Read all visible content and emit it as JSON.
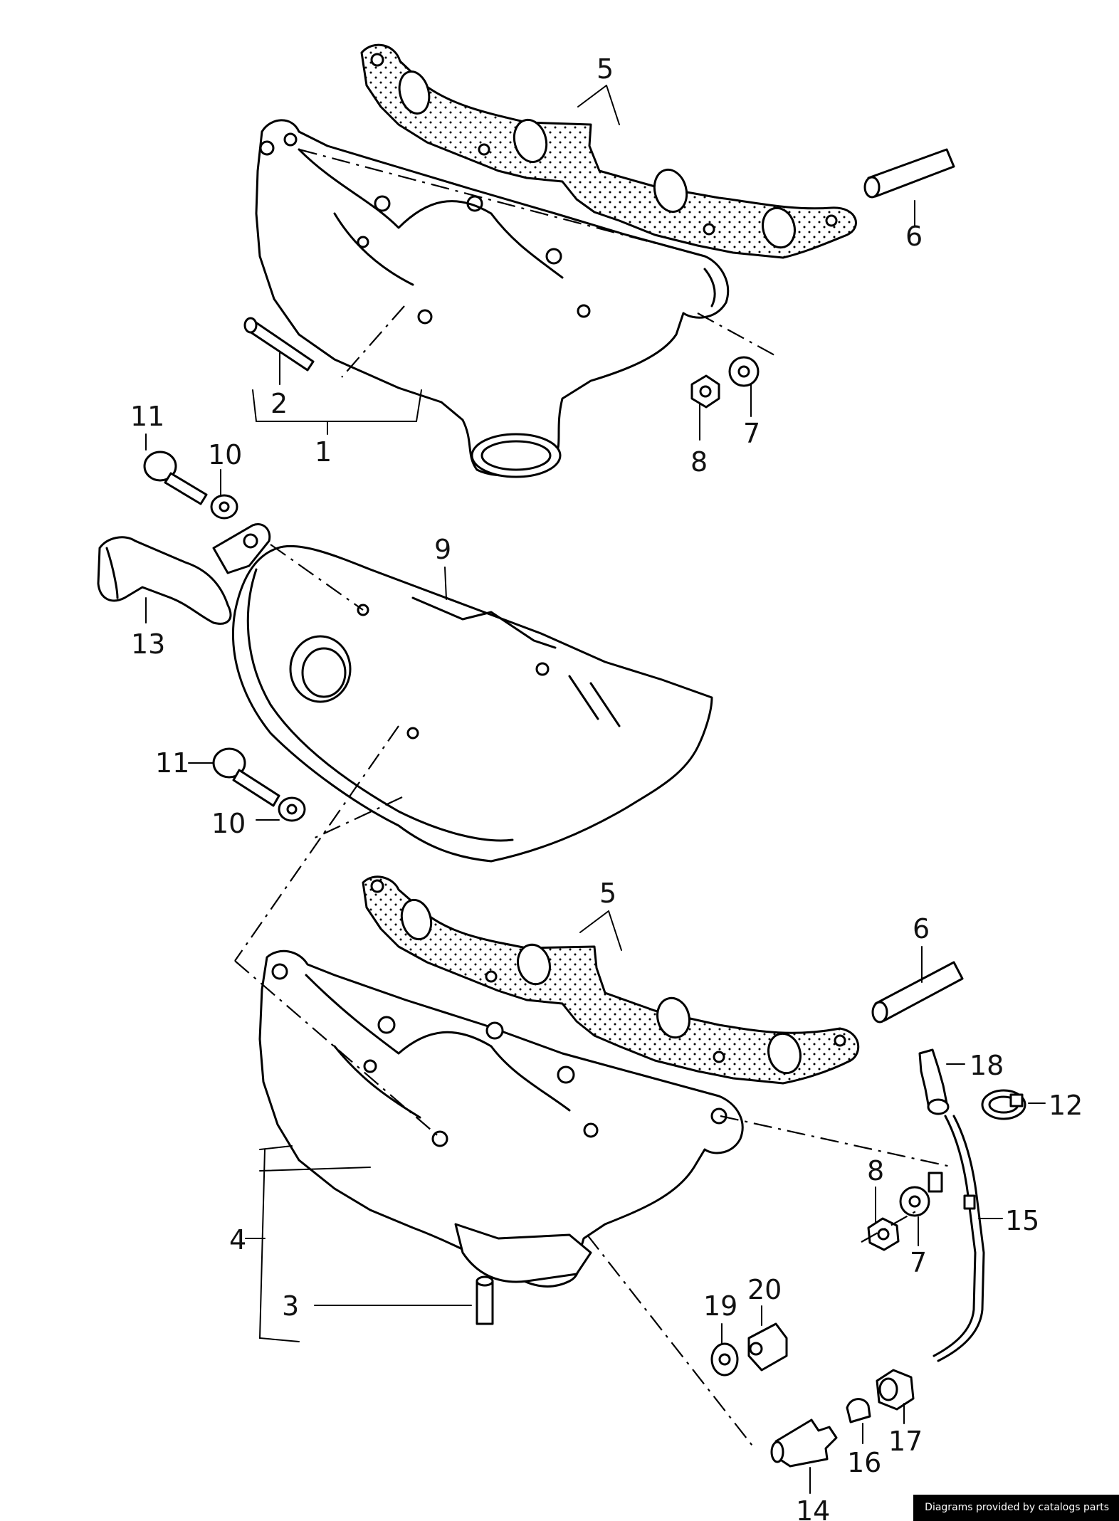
{
  "callouts": {
    "c1": "1",
    "c2": "2",
    "c3": "3",
    "c4": "4",
    "c5a": "5",
    "c5b": "5",
    "c6a": "6",
    "c6b": "6",
    "c7a": "7",
    "c7b": "7",
    "c8a": "8",
    "c8b": "8",
    "c9": "9",
    "c10a": "10",
    "c10b": "10",
    "c11a": "11",
    "c11b": "11",
    "c12": "12",
    "c13": "13",
    "c14": "14",
    "c15": "15",
    "c16": "16",
    "c17": "17",
    "c18": "18",
    "c19": "19",
    "c20": "20"
  },
  "credit": "Diagrams provided by catalogs parts"
}
